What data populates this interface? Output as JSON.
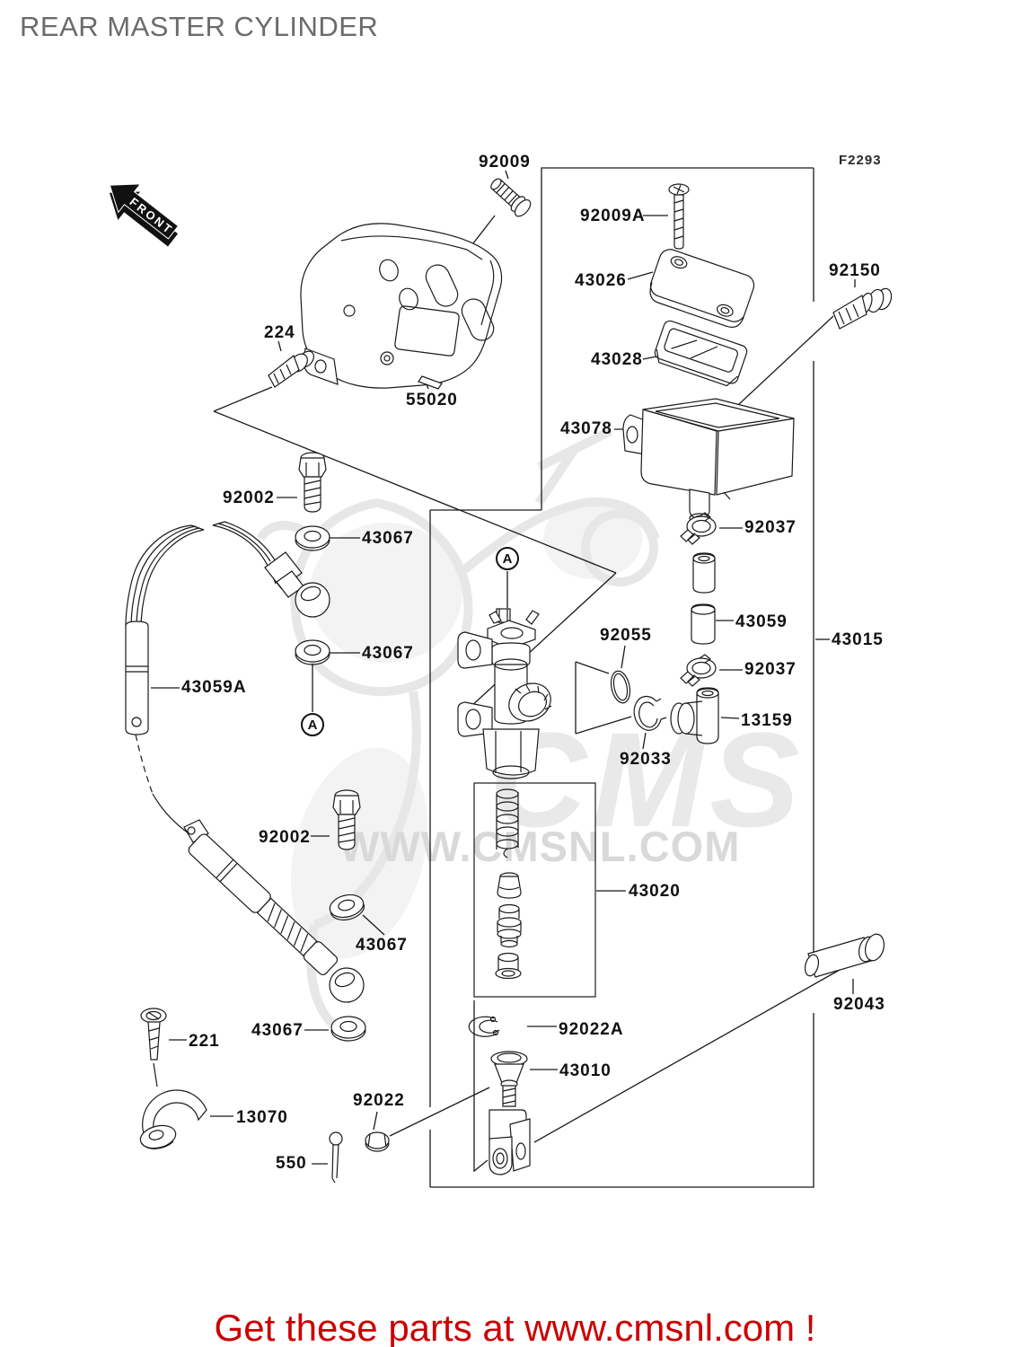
{
  "page": {
    "title": "REAR MASTER CYLINDER",
    "figure_code": "F2293",
    "front_label": "FRONT",
    "footer": {
      "text": "Get these parts at www.cmsnl.com !",
      "color": "#cc0000"
    }
  },
  "watermark": {
    "big_text": "CMS",
    "url_text": "WWW.CMSNL.COM",
    "color": "#d9d9d9"
  },
  "annotations": [
    {
      "label": "A"
    },
    {
      "label": "A"
    }
  ],
  "parts": [
    {
      "label": "92009"
    },
    {
      "label": "92009A"
    },
    {
      "label": "43026"
    },
    {
      "label": "43028"
    },
    {
      "label": "92150"
    },
    {
      "label": "43078"
    },
    {
      "label": "224"
    },
    {
      "label": "55020"
    },
    {
      "label": "92002"
    },
    {
      "label": "43067"
    },
    {
      "label": "43067"
    },
    {
      "label": "43059A"
    },
    {
      "label": "92055"
    },
    {
      "label": "92037"
    },
    {
      "label": "43059"
    },
    {
      "label": "92037"
    },
    {
      "label": "43015"
    },
    {
      "label": "13159"
    },
    {
      "label": "92033"
    },
    {
      "label": "92002"
    },
    {
      "label": "43020"
    },
    {
      "label": "43067"
    },
    {
      "label": "43067"
    },
    {
      "label": "92022A"
    },
    {
      "label": "43010"
    },
    {
      "label": "92043"
    },
    {
      "label": "221"
    },
    {
      "label": "13070"
    },
    {
      "label": "550"
    },
    {
      "label": "92022"
    }
  ]
}
